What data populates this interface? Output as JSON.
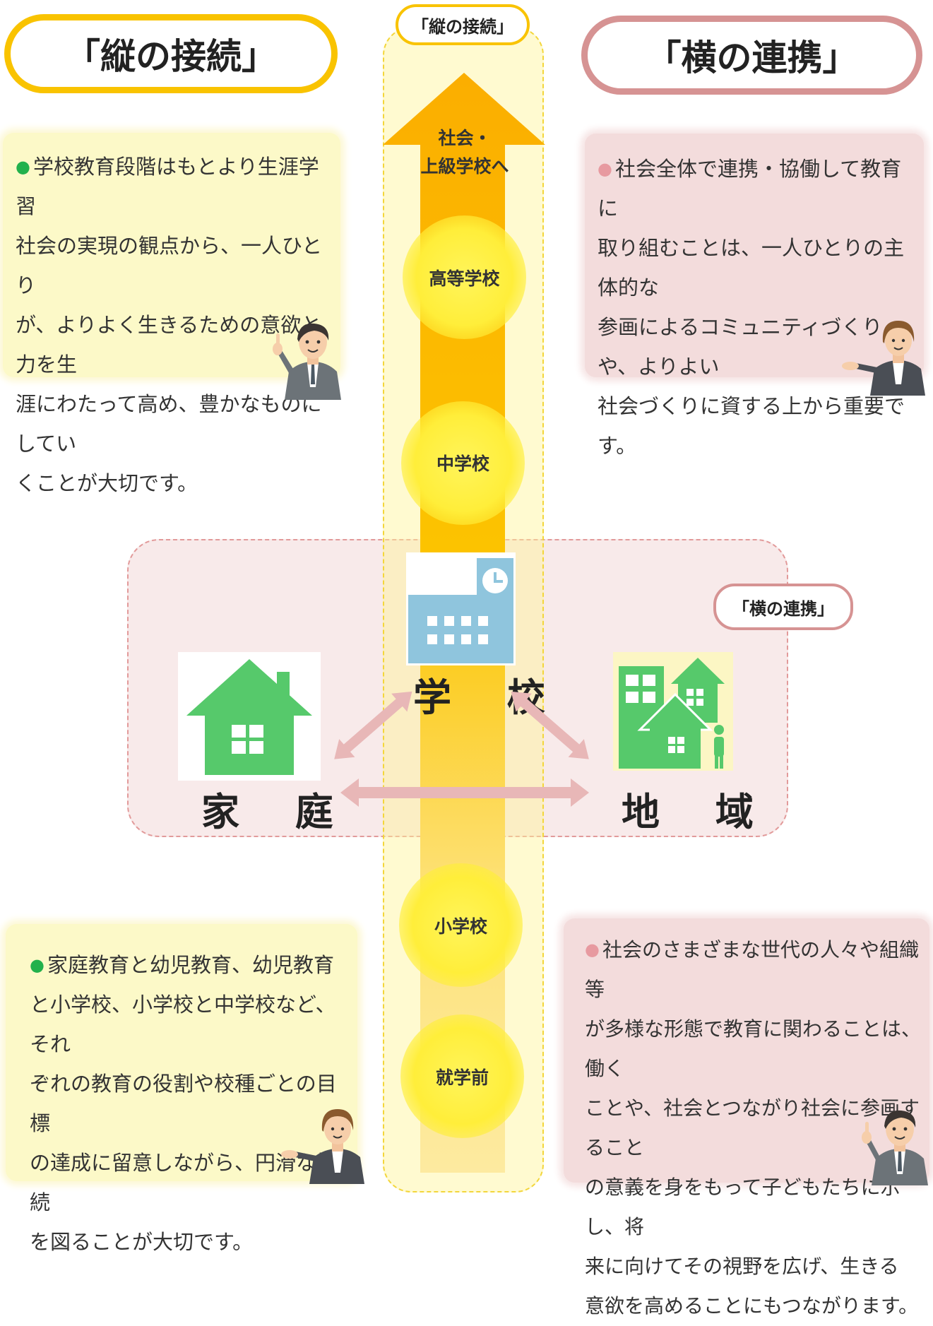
{
  "vertical_title": "「縦の接続」",
  "horizontal_title": "「横の連携」",
  "arrow": {
    "top_pill": "「縦の接続」",
    "head_label_line1": "社会・",
    "head_label_line2": "上級学校へ",
    "stages": [
      "高等学校",
      "中学校",
      "小学校",
      "就学前"
    ]
  },
  "region": {
    "pill": "「横の連携」",
    "school_label": "学 校",
    "home_label": "家 庭",
    "community_label": "地 域"
  },
  "notes": {
    "top_left": {
      "bullet": "●",
      "text": "学校教育段階はもとより生涯学習社会の実現の観点から、一人ひとりが、よりよく生きるための意欲と力を生涯にわたって高め、豊かなものにしていくことが大切です。",
      "lines": [
        "学校教育段階はもとより生涯学習",
        "社会の実現の観点から、一人ひとり",
        "が、よりよく生きるための意欲と力を生",
        "涯にわたって高め、豊かなものにしてい",
        "くことが大切です。"
      ]
    },
    "top_right": {
      "bullet": "●",
      "lines": [
        "社会全体で連携・協働して教育に",
        "取り組むことは、一人ひとりの主体的な",
        "参画によるコミュニティづくりや、よりよい",
        "社会づくりに資する上から重要です。"
      ]
    },
    "bottom_left": {
      "bullet": "●",
      "lines": [
        "家庭教育と幼児教育、幼児教育",
        "と小学校、小学校と中学校など、それ",
        "ぞれの教育の役割や校種ごとの目標",
        "の達成に留意しながら、円滑な接続",
        "を図ることが大切です。"
      ]
    },
    "bottom_right": {
      "bullet": "●",
      "lines": [
        "社会のさまざまな世代の人々や組織等",
        "が多様な形態で教育に関わることは、働く",
        "ことや、社会とつながり社会に参画すること",
        "の意義を身をもって子どもたちに示し、将",
        "来に向けてその視野を広げ、生きる",
        "意欲を高めることにもつながります。"
      ]
    }
  },
  "colors": {
    "yellow_accent": "#f9c300",
    "pink_accent": "#d69393",
    "bullet_green": "#22b14c",
    "bullet_pink": "#e79aa0",
    "arrow_orange": "#fbb800",
    "icon_green": "#56c96b",
    "school_blue": "#8fc5dd",
    "connector_pink": "#e8b7b7"
  }
}
